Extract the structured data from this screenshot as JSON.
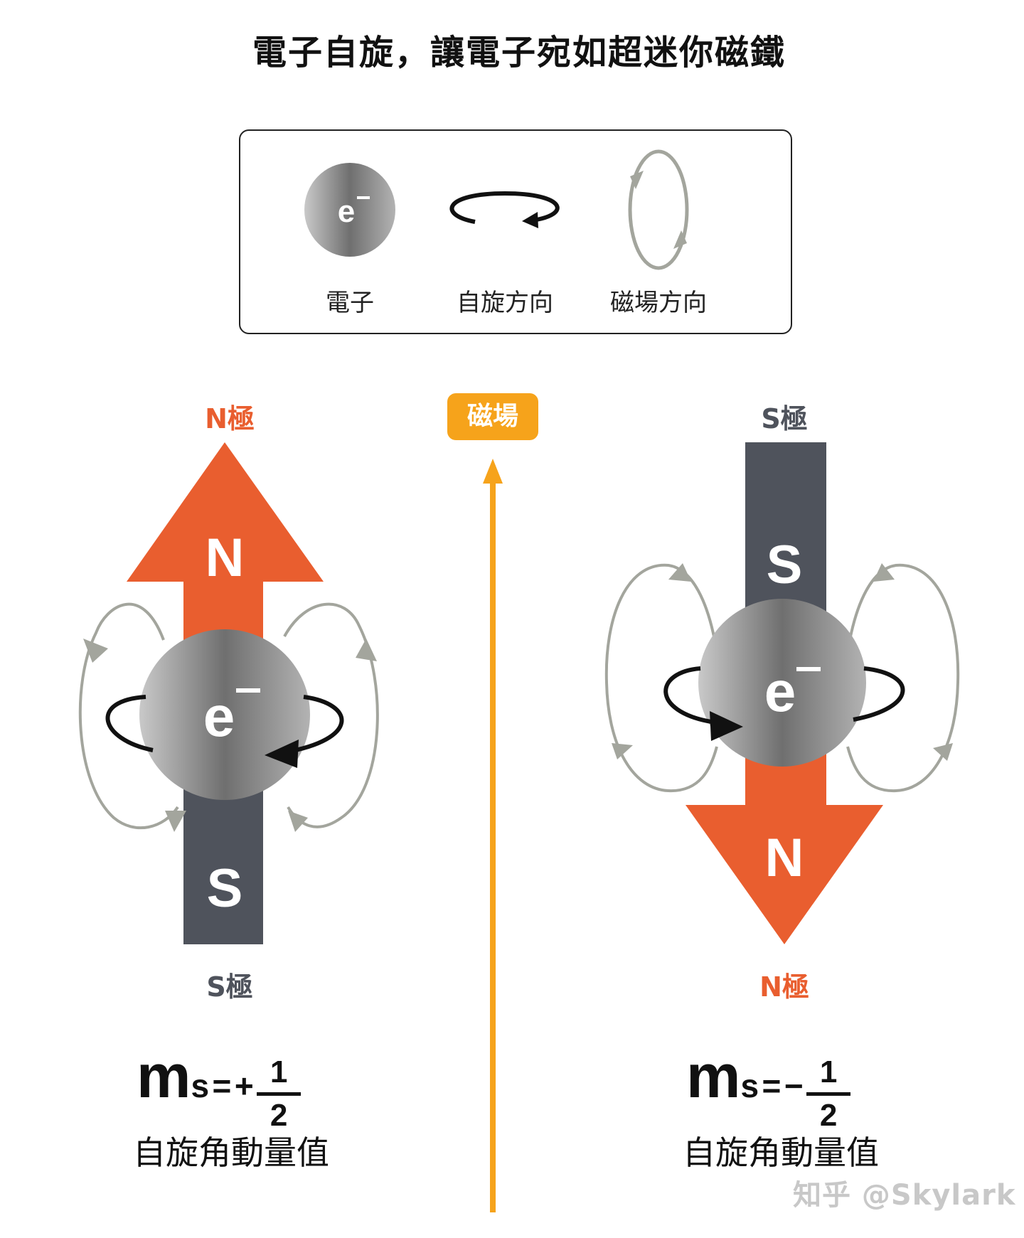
{
  "title": "電子自旋，讓電子宛如超迷你磁鐵",
  "legend": {
    "items": [
      {
        "icon": "electron-icon",
        "symbol": "e",
        "charge": "−",
        "label": "電子"
      },
      {
        "icon": "spin-direction-icon",
        "label": "自旋方向"
      },
      {
        "icon": "field-direction-icon",
        "label": "磁場方向"
      }
    ]
  },
  "field": {
    "badge_label": "磁場",
    "color": "#f6a31b"
  },
  "left": {
    "top_pole_label": "N極",
    "bottom_pole_label": "S極",
    "arrow_head_letter": "N",
    "arrow_tail_letter": "S",
    "electron_symbol": "e",
    "electron_charge": "−",
    "formula": {
      "m": "m",
      "sub": "s",
      "eq": "=",
      "sign": "+",
      "numerator": "1",
      "denominator": "2"
    },
    "caption": "自旋角動量值"
  },
  "right": {
    "top_pole_label": "S極",
    "bottom_pole_label": "N極",
    "arrow_head_letter": "N",
    "arrow_tail_letter": "S",
    "electron_symbol": "e",
    "electron_charge": "−",
    "formula": {
      "m": "m",
      "sub": "s",
      "eq": "=",
      "sign": "−",
      "numerator": "1",
      "denominator": "2"
    },
    "caption": "自旋角動量值"
  },
  "colors": {
    "north": "#e95e2f",
    "south": "#4f535c",
    "field_lines": "#a3a59d",
    "spin": "#111111"
  },
  "watermark": "知乎 @Skylark"
}
